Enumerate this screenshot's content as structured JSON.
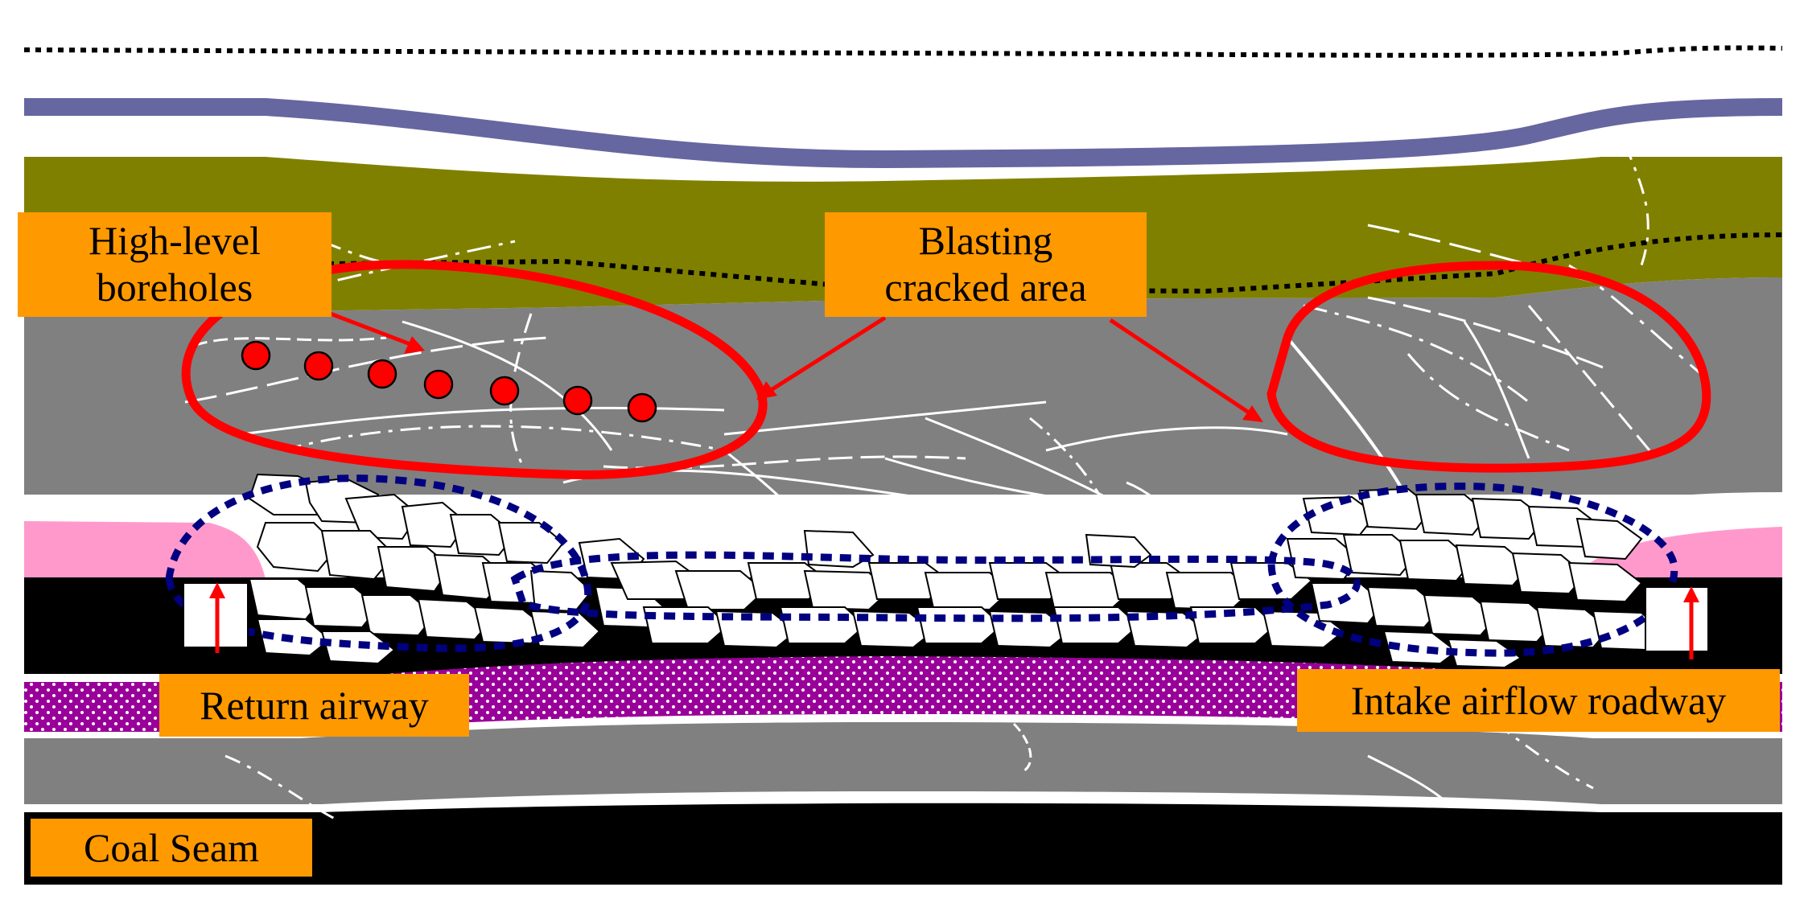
{
  "labels": {
    "high_level_boreholes_line1": "High-level",
    "high_level_boreholes_line2": "boreholes",
    "blasting_cracked_area_line1": "Blasting",
    "blasting_cracked_area_line2": "cracked area",
    "return_airway": "Return airway",
    "intake_airflow_roadway": "Intake airflow roadway",
    "coal_seam": "Coal Seam"
  },
  "colors": {
    "label_bg": "#FF9900",
    "annotation_red": "#FF0000",
    "borehole_fill": "#FF0000",
    "caved_zone_outline": "#000080",
    "rock_gray": "#808080",
    "olive_layer": "#808000",
    "purple_band": "#6666A0",
    "pink_layer": "#FF99CC",
    "coal_seam": "#000000",
    "dotted_floor": "#990099"
  },
  "boreholes": {
    "count": 7
  },
  "icons": [
    "airflow-arrow-icon"
  ]
}
